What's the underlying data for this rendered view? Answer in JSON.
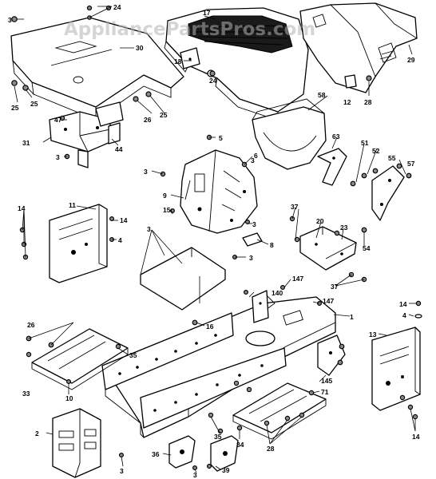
{
  "watermark": "AppliancePartsPros.com",
  "colors": {
    "line": "#000000",
    "background": "#ffffff",
    "grille": "#1a1a1a",
    "watermark": "#b3b3b3"
  },
  "callouts": [
    "3",
    "24",
    "30",
    "17",
    "18",
    "24",
    "29",
    "25",
    "25",
    "12",
    "28",
    "47",
    "26",
    "25",
    "58",
    "31",
    "44",
    "3",
    "5",
    "3",
    "63",
    "51",
    "52",
    "55",
    "57",
    "3",
    "6",
    "9",
    "14",
    "11",
    "15",
    "14",
    "3",
    "37",
    "20",
    "23",
    "4",
    "3",
    "54",
    "8",
    "3",
    "16",
    "37",
    "147",
    "140",
    "147",
    "1",
    "14",
    "4",
    "26",
    "35",
    "13",
    "10",
    "33",
    "145",
    "71",
    "2",
    "28",
    "35",
    "34",
    "3",
    "36",
    "3",
    "39",
    "14"
  ]
}
